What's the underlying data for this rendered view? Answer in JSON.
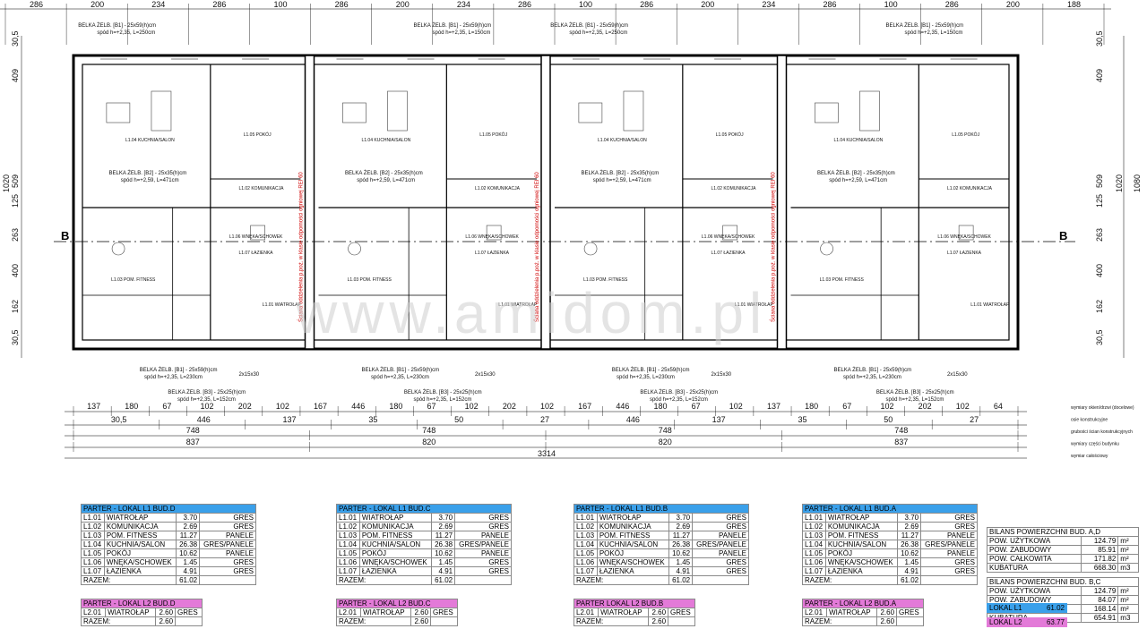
{
  "watermark": "www.amidom.pl",
  "section_marker": "B",
  "top_dimensions": [
    "286",
    "200",
    "234",
    "286",
    "100",
    "286",
    "200",
    "234",
    "286",
    "100",
    "286",
    "200",
    "234",
    "286",
    "100",
    "286",
    "200",
    "188"
  ],
  "bottom_dimensions_row1": [
    "137",
    "180",
    "67",
    "102",
    "202",
    "102",
    "167",
    "446",
    "180",
    "67",
    "102",
    "202",
    "102",
    "167",
    "446",
    "180",
    "67",
    "102",
    "137",
    "180",
    "67",
    "102",
    "202",
    "102",
    "64"
  ],
  "bottom_dimensions_row2": [
    "30,5",
    "446",
    "137",
    "35",
    "50",
    "27",
    "446",
    "137",
    "35",
    "50",
    "27"
  ],
  "bottom_dimensions_row3": [
    "748",
    "748",
    "748",
    "748"
  ],
  "bottom_dimensions_row4": [
    "837",
    "820",
    "820",
    "837"
  ],
  "bottom_total": "3314",
  "left_dimensions": [
    "30,5",
    "409",
    "509",
    "125",
    "263",
    "400",
    "162",
    "30,5"
  ],
  "right_dimensions": [
    "30,5",
    "409",
    "509",
    "125",
    "263",
    "400",
    "162",
    "30,5",
    "1080",
    "1020"
  ],
  "right_notes": [
    "wymiary okien/drzwi (docelowe)",
    "osie konstrukcyjne",
    "grubości ścian konstrukcyjnych",
    "wymiary części budynku",
    "wymiar całościowy"
  ],
  "firewall_text": "Ściana oddzielenia p.poż. w klasie odporności ogniowej REI 60",
  "beams": {
    "b1_top": [
      "BELKA ŻELB. [B1] - 25x59(h)cm",
      "spód h=+2,35, L=250cm"
    ],
    "b1_top2": [
      "BELKA ŻELB. [B1] - 25x59(h)cm",
      "spód h=+2,35, L=150cm"
    ],
    "b2": [
      "BELKA ŻELB. [B2] - 25x35(h)cm",
      "spód h=+2,59, L=471cm"
    ],
    "b1_bottom": [
      "BELKA ŻELB. [B1] - 25x59(h)cm",
      "spód h=+2,35, L=230cm"
    ],
    "b3": [
      "BELKA ŻELB. [B3] - 25x25(h)cm",
      "spód h=+2,35, L=152cm"
    ],
    "window": "2x15x30"
  },
  "room_labels": [
    "L1.04 KUCHNIA/SALON",
    "L1.05 POKÓJ",
    "L1.02 KOMUNIKACJA",
    "L1.07 ŁAZIENKA",
    "L1.03 POM. FITNESS",
    "L1.06 WNĘKA/SCHOWEK",
    "L1.01 WIATROŁAP",
    "L2.01 WIATROŁAP"
  ],
  "l1_tables": [
    {
      "title": "PARTER - LOKAL L1 BUD.D",
      "rows": [
        [
          "L1.01",
          "WIATROŁAP",
          "3.70",
          "GRES"
        ],
        [
          "L1.02",
          "KOMUNIKACJA",
          "2.69",
          "GRES"
        ],
        [
          "L1.03",
          "POM. FITNESS",
          "11.27",
          "PANELE"
        ],
        [
          "L1.04",
          "KUCHNIA/SALON",
          "26.38",
          "GRES/PANELE"
        ],
        [
          "L1.05",
          "POKÓJ",
          "10.62",
          "PANELE"
        ],
        [
          "L1.06",
          "WNĘKA/SCHOWEK",
          "1.45",
          "GRES"
        ],
        [
          "L1.07",
          "ŁAZIENKA",
          "4.91",
          "GRES"
        ]
      ],
      "total_label": "RAZEM:",
      "total": "61.02"
    },
    {
      "title": "PARTER - LOKAL L1 BUD.C",
      "rows": [
        [
          "L1.01",
          "WIATROŁAP",
          "3.70",
          "GRES"
        ],
        [
          "L1.02",
          "KOMUNIKACJA",
          "2.69",
          "GRES"
        ],
        [
          "L1.03",
          "POM. FITNESS",
          "11.27",
          "PANELE"
        ],
        [
          "L1.04",
          "KUCHNIA/SALON",
          "26.38",
          "GRES/PANELE"
        ],
        [
          "L1.05",
          "POKÓJ",
          "10.62",
          "PANELE"
        ],
        [
          "L1.06",
          "WNĘKA/SCHOWEK",
          "1.45",
          "GRES"
        ],
        [
          "L1.07",
          "ŁAZIENKA",
          "4.91",
          "GRES"
        ]
      ],
      "total_label": "RAZEM:",
      "total": "61.02"
    },
    {
      "title": "PARTER - LOKAL L1 BUD.B",
      "rows": [
        [
          "L1.01",
          "WIATROŁAP",
          "3.70",
          "GRES"
        ],
        [
          "L1.02",
          "KOMUNIKACJA",
          "2.69",
          "GRES"
        ],
        [
          "L1.03",
          "POM. FITNESS",
          "11.27",
          "PANELE"
        ],
        [
          "L1.04",
          "KUCHNIA/SALON",
          "26.38",
          "GRES/PANELE"
        ],
        [
          "L1.05",
          "POKÓJ",
          "10.62",
          "PANELE"
        ],
        [
          "L1.06",
          "WNĘKA/SCHOWEK",
          "1.45",
          "GRES"
        ],
        [
          "L1.07",
          "ŁAZIENKA",
          "4.91",
          "GRES"
        ]
      ],
      "total_label": "RAZEM:",
      "total": "61.02"
    },
    {
      "title": "PARTER - LOKAL L1 BUD.A",
      "rows": [
        [
          "L1.01",
          "WIATROŁAP",
          "3.70",
          "GRES"
        ],
        [
          "L1.02",
          "KOMUNIKACJA",
          "2.69",
          "GRES"
        ],
        [
          "L1.03",
          "POM. FITNESS",
          "11.27",
          "PANELE"
        ],
        [
          "L1.04",
          "KUCHNIA/SALON",
          "26.38",
          "GRES/PANELE"
        ],
        [
          "L1.05",
          "POKÓJ",
          "10.62",
          "PANELE"
        ],
        [
          "L1.06",
          "WNĘKA/SCHOWEK",
          "1.45",
          "GRES"
        ],
        [
          "L1.07",
          "ŁAZIENKA",
          "4.91",
          "GRES"
        ]
      ],
      "total_label": "RAZEM:",
      "total": "61.02"
    }
  ],
  "l2_tables": [
    {
      "title": "PARTER - LOKAL L2 BUD.D",
      "row": [
        "L2.01",
        "WIATROŁAP",
        "2.60",
        "GRES"
      ],
      "total_label": "RAZEM:",
      "total": "2.60"
    },
    {
      "title": "PARTER - LOKAL L2 BUD.C",
      "row": [
        "L2.01",
        "WIATROŁAP",
        "2.60",
        "GRES"
      ],
      "total_label": "RAZEM:",
      "total": "2.60"
    },
    {
      "title": "PARTER LOKAL L2 BUD.B",
      "row": [
        "L2.01",
        "WIATROŁAP",
        "2.60",
        "GRES"
      ],
      "total_label": "RAZEM:",
      "total": "2.60"
    },
    {
      "title": "PARTER - LOKAL L2 BUD.A",
      "row": [
        "L2.01",
        "WIATROŁAP",
        "2.60",
        "GRES"
      ],
      "total_label": "RAZEM:",
      "total": "2.60"
    }
  ],
  "bilans": [
    {
      "title": "BILANS POWIERZCHNI BUD. A,D",
      "rows": [
        [
          "POW. UŻYTKOWA",
          "124.79",
          "m²"
        ],
        [
          "POW. ZABUDOWY",
          "85.91",
          "m²"
        ],
        [
          "POW. CAŁKOWITA",
          "171.82",
          "m²"
        ],
        [
          "KUBATURA",
          "668.30",
          "m3"
        ]
      ]
    },
    {
      "title": "BILANS POWIERZCHNI BUD. B,C",
      "rows": [
        [
          "POW. UŻYTKOWA",
          "124.79",
          "m²"
        ],
        [
          "POW. ZABUDOWY",
          "84.07",
          "m²"
        ],
        [
          "POW. CAŁKOWITA",
          "168.14",
          "m²"
        ],
        [
          "KUBATURA",
          "654.91",
          "m3"
        ]
      ]
    }
  ],
  "summary": [
    {
      "label": "LOKAL L1",
      "value": "61.02",
      "color": "#3aa0ea"
    },
    {
      "label": "LOKAL L2",
      "value": "63.77",
      "color": "#e37ad8"
    }
  ],
  "colors": {
    "blue": "#3aa0ea",
    "pink": "#e37ad8",
    "firewall": "#d00000"
  }
}
